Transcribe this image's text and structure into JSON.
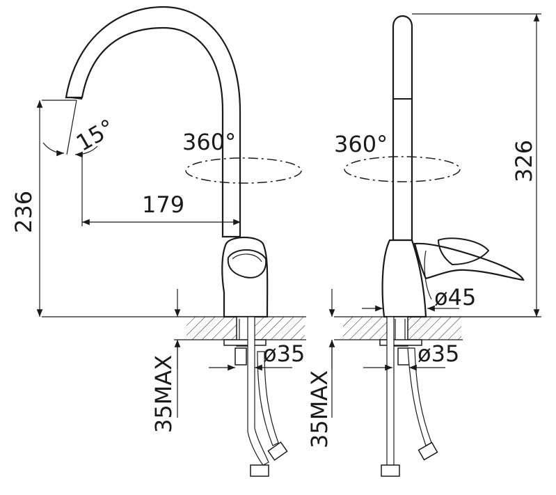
{
  "dimensions": {
    "spout_angle": "15°",
    "rotation_left": "360°",
    "rotation_right": "360°",
    "reach": "179",
    "height_spout": "236",
    "height_total": "326",
    "base_diameter": "ø45",
    "mount_hole_left": "ø35",
    "mount_hole_right": "ø35",
    "counter_thickness_left": "35MAX",
    "counter_thickness_right": "35MAX"
  }
}
